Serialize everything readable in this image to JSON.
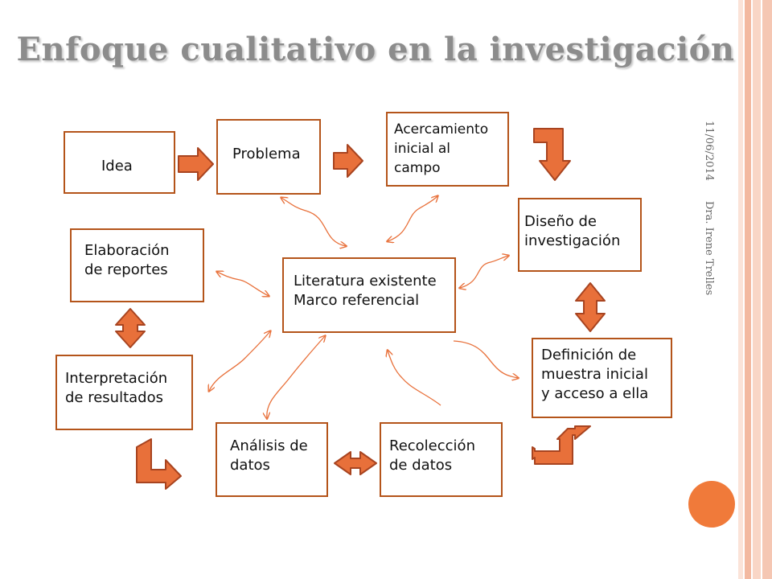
{
  "slide": {
    "title": "Enfoque cualitativo en la investigación",
    "date": "11/06/2014",
    "author": "Dra. Irene Trelles",
    "colors": {
      "accent": "#e8703a",
      "arrow_stroke": "#a84420",
      "box_border": "#b4541a",
      "title": "#8c8c8c",
      "stripe": "#f5c7b3"
    }
  },
  "diagram": {
    "nodes": {
      "idea": "Idea",
      "problema": "Problema",
      "acercamiento": "Acercamiento\ninicial  al\ncampo",
      "diseno": "Diseño de\ninvestigación",
      "definicion": "Definición de\nmuestra inicial\ny acceso a ella",
      "recoleccion": "Recolección\nde datos",
      "analisis": "Análisis de\ndatos",
      "interpretacion": "Interpretación\nde resultados",
      "elaboracion": "Elaboración\nde reportes",
      "literatura": "Literatura existente\nMarco referencial"
    }
  }
}
